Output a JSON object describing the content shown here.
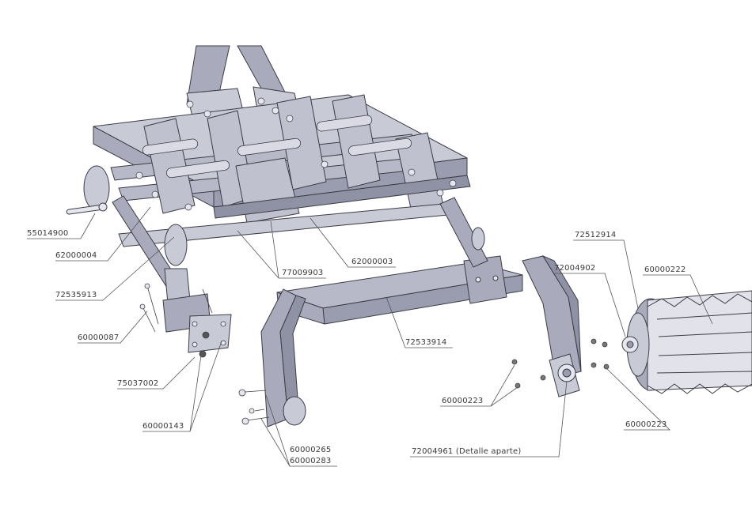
{
  "colors": {
    "frame_fill": "#a9abbd",
    "frame_light": "#c8cad6",
    "frame_dark": "#7c7f93",
    "outline": "#3c3c46",
    "leader": "#555555",
    "background": "#ffffff"
  },
  "parts": [
    {
      "id": "p1",
      "number": "55014900"
    },
    {
      "id": "p2",
      "number": "62000004"
    },
    {
      "id": "p3",
      "number": "72535913"
    },
    {
      "id": "p4",
      "number": "60000087"
    },
    {
      "id": "p5",
      "number": "75037002"
    },
    {
      "id": "p6",
      "number": "60000143"
    },
    {
      "id": "p7",
      "number": "77009903"
    },
    {
      "id": "p8",
      "number": "62000003"
    },
    {
      "id": "p9",
      "number": "72533914"
    },
    {
      "id": "p10",
      "number": "60000265"
    },
    {
      "id": "p11",
      "number": "60000283"
    },
    {
      "id": "p12",
      "number": "60000223"
    },
    {
      "id": "p13",
      "number": "72004961 (Detalle aparte)"
    },
    {
      "id": "p14",
      "number": "72512914"
    },
    {
      "id": "p15",
      "number": "72004902"
    },
    {
      "id": "p16",
      "number": "60000222"
    },
    {
      "id": "p17",
      "number": "60000223"
    }
  ]
}
